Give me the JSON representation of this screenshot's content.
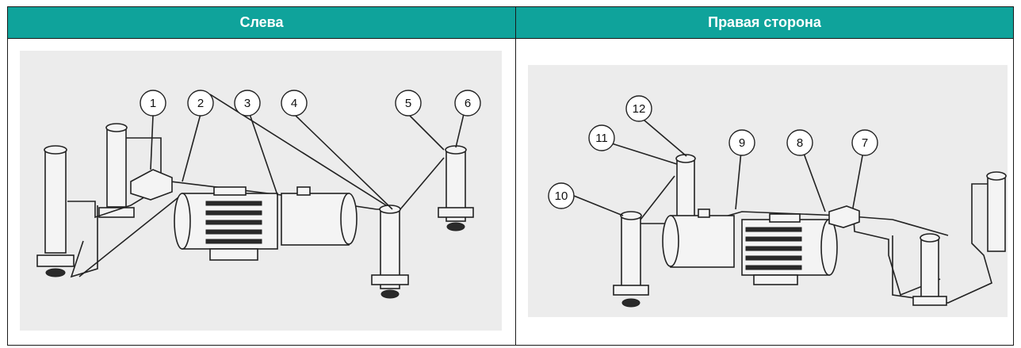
{
  "table": {
    "left_header": "Слева",
    "right_header": "Правая сторона"
  },
  "left_figure": {
    "callouts": [
      "1",
      "2",
      "3",
      "4",
      "5",
      "6"
    ]
  },
  "right_figure": {
    "callouts": [
      "12",
      "11",
      "9",
      "8",
      "7",
      "10"
    ]
  }
}
